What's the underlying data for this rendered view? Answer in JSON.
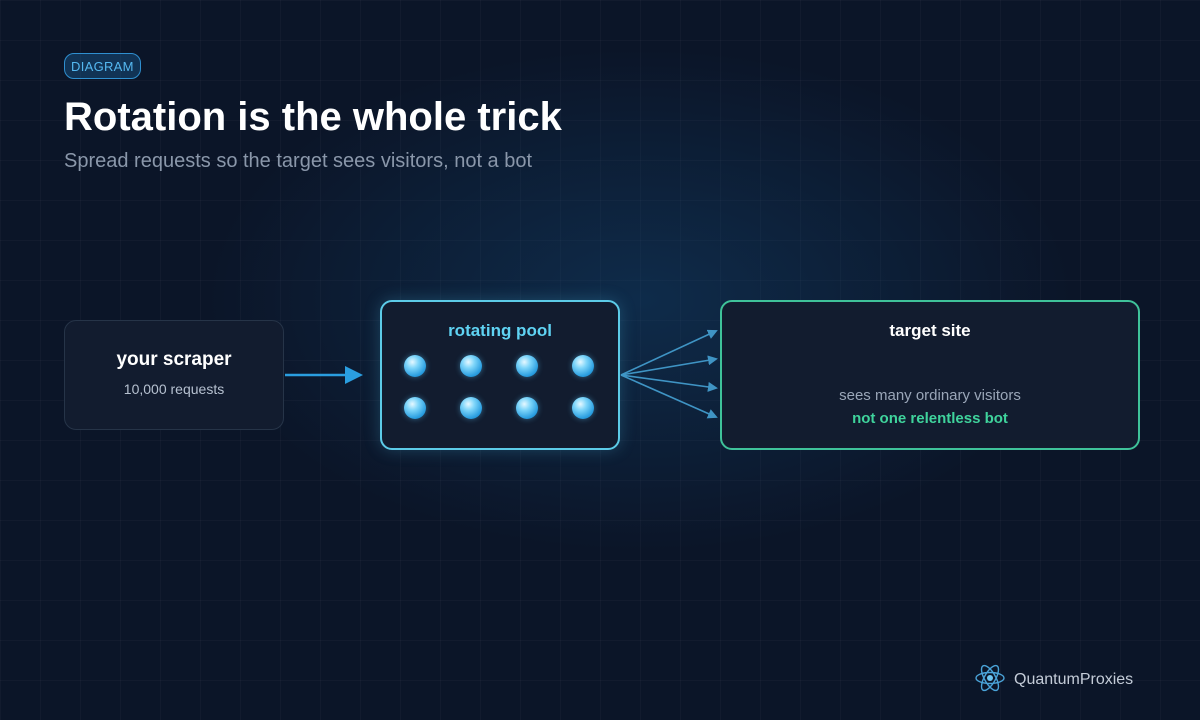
{
  "header": {
    "tag": "DIAGRAM",
    "title": "Rotation is the whole trick",
    "subtitle": "Spread requests so the target sees visitors, not a bot"
  },
  "diagram": {
    "scraper": {
      "title": "your scraper",
      "subtitle": "10,000 requests"
    },
    "pool": {
      "title": "rotating pool",
      "node_count": 8
    },
    "target": {
      "title": "target site",
      "line1": "sees many ordinary visitors",
      "line2": "not one relentless bot"
    },
    "fan_out_arrow_count": 4
  },
  "brand": {
    "name": "QuantumProxies",
    "icon": "atom-icon"
  },
  "colors": {
    "background": "#0b1528",
    "tag_accent": "#55b8f0",
    "pool_border": "#5ccbe8",
    "pool_title": "#5fd3f3",
    "target_border": "#3fc29a",
    "target_highlight": "#3fd39c",
    "arrow": "#2a9ee0"
  }
}
